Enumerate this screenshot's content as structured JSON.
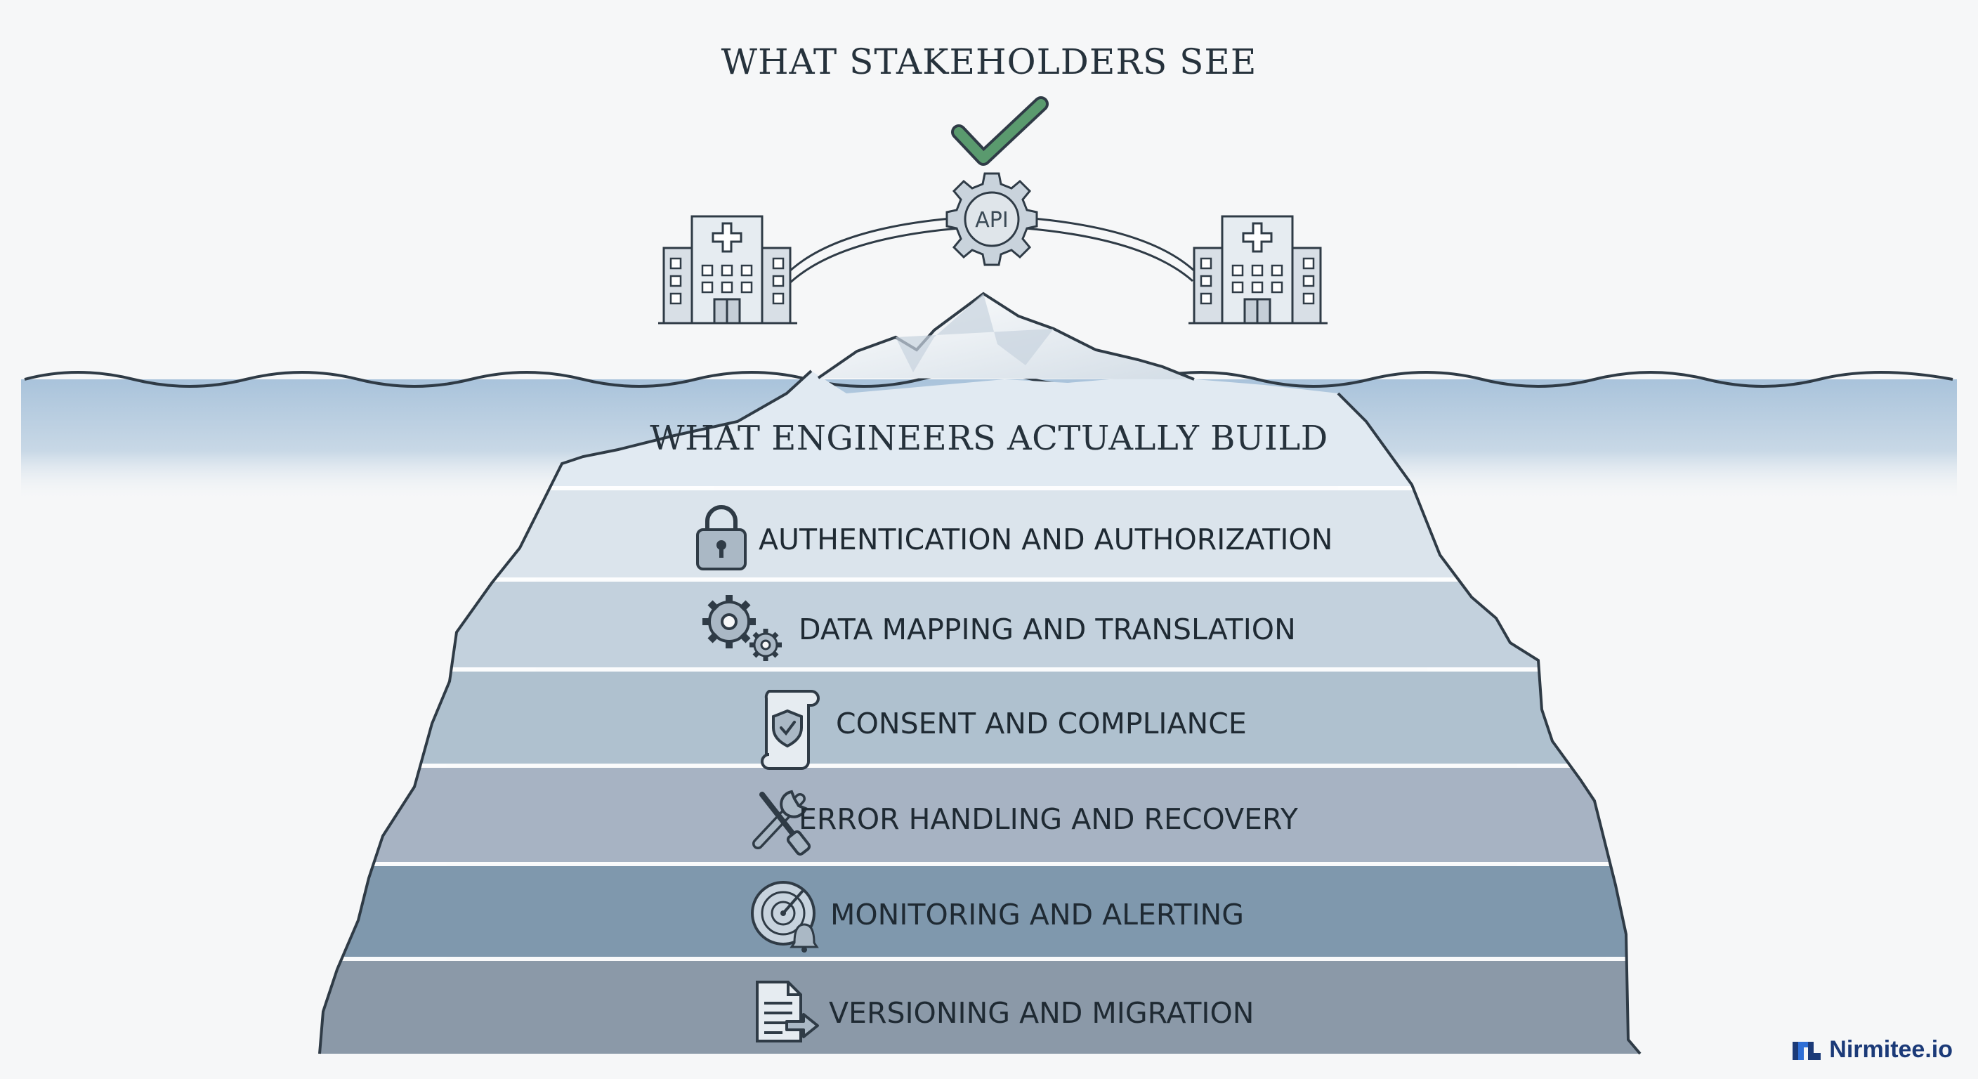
{
  "top_heading": "WHAT STAKEHOLDERS SEE",
  "api_label": "API",
  "under_heading": "WHAT ENGINEERS ACTUALLY BUILD",
  "layers": [
    {
      "label": "AUTHENTICATION AND AUTHORIZATION",
      "icon": "padlock-icon"
    },
    {
      "label": "DATA MAPPING AND TRANSLATION",
      "icon": "gears-icon"
    },
    {
      "label": "CONSENT AND COMPLIANCE",
      "icon": "shield-scroll-icon"
    },
    {
      "label": "ERROR HANDLING AND RECOVERY",
      "icon": "wrench-screwdriver-icon"
    },
    {
      "label": "MONITORING AND ALERTING",
      "icon": "radar-bell-icon"
    },
    {
      "label": "VERSIONING AND MIGRATION",
      "icon": "document-arrow-icon"
    }
  ],
  "brand": "Nirmitee.io",
  "colors": {
    "ink": "#2f3b46",
    "check": "#5a9a6e",
    "water": "#b9cde0",
    "brand": "#1b3a78"
  }
}
